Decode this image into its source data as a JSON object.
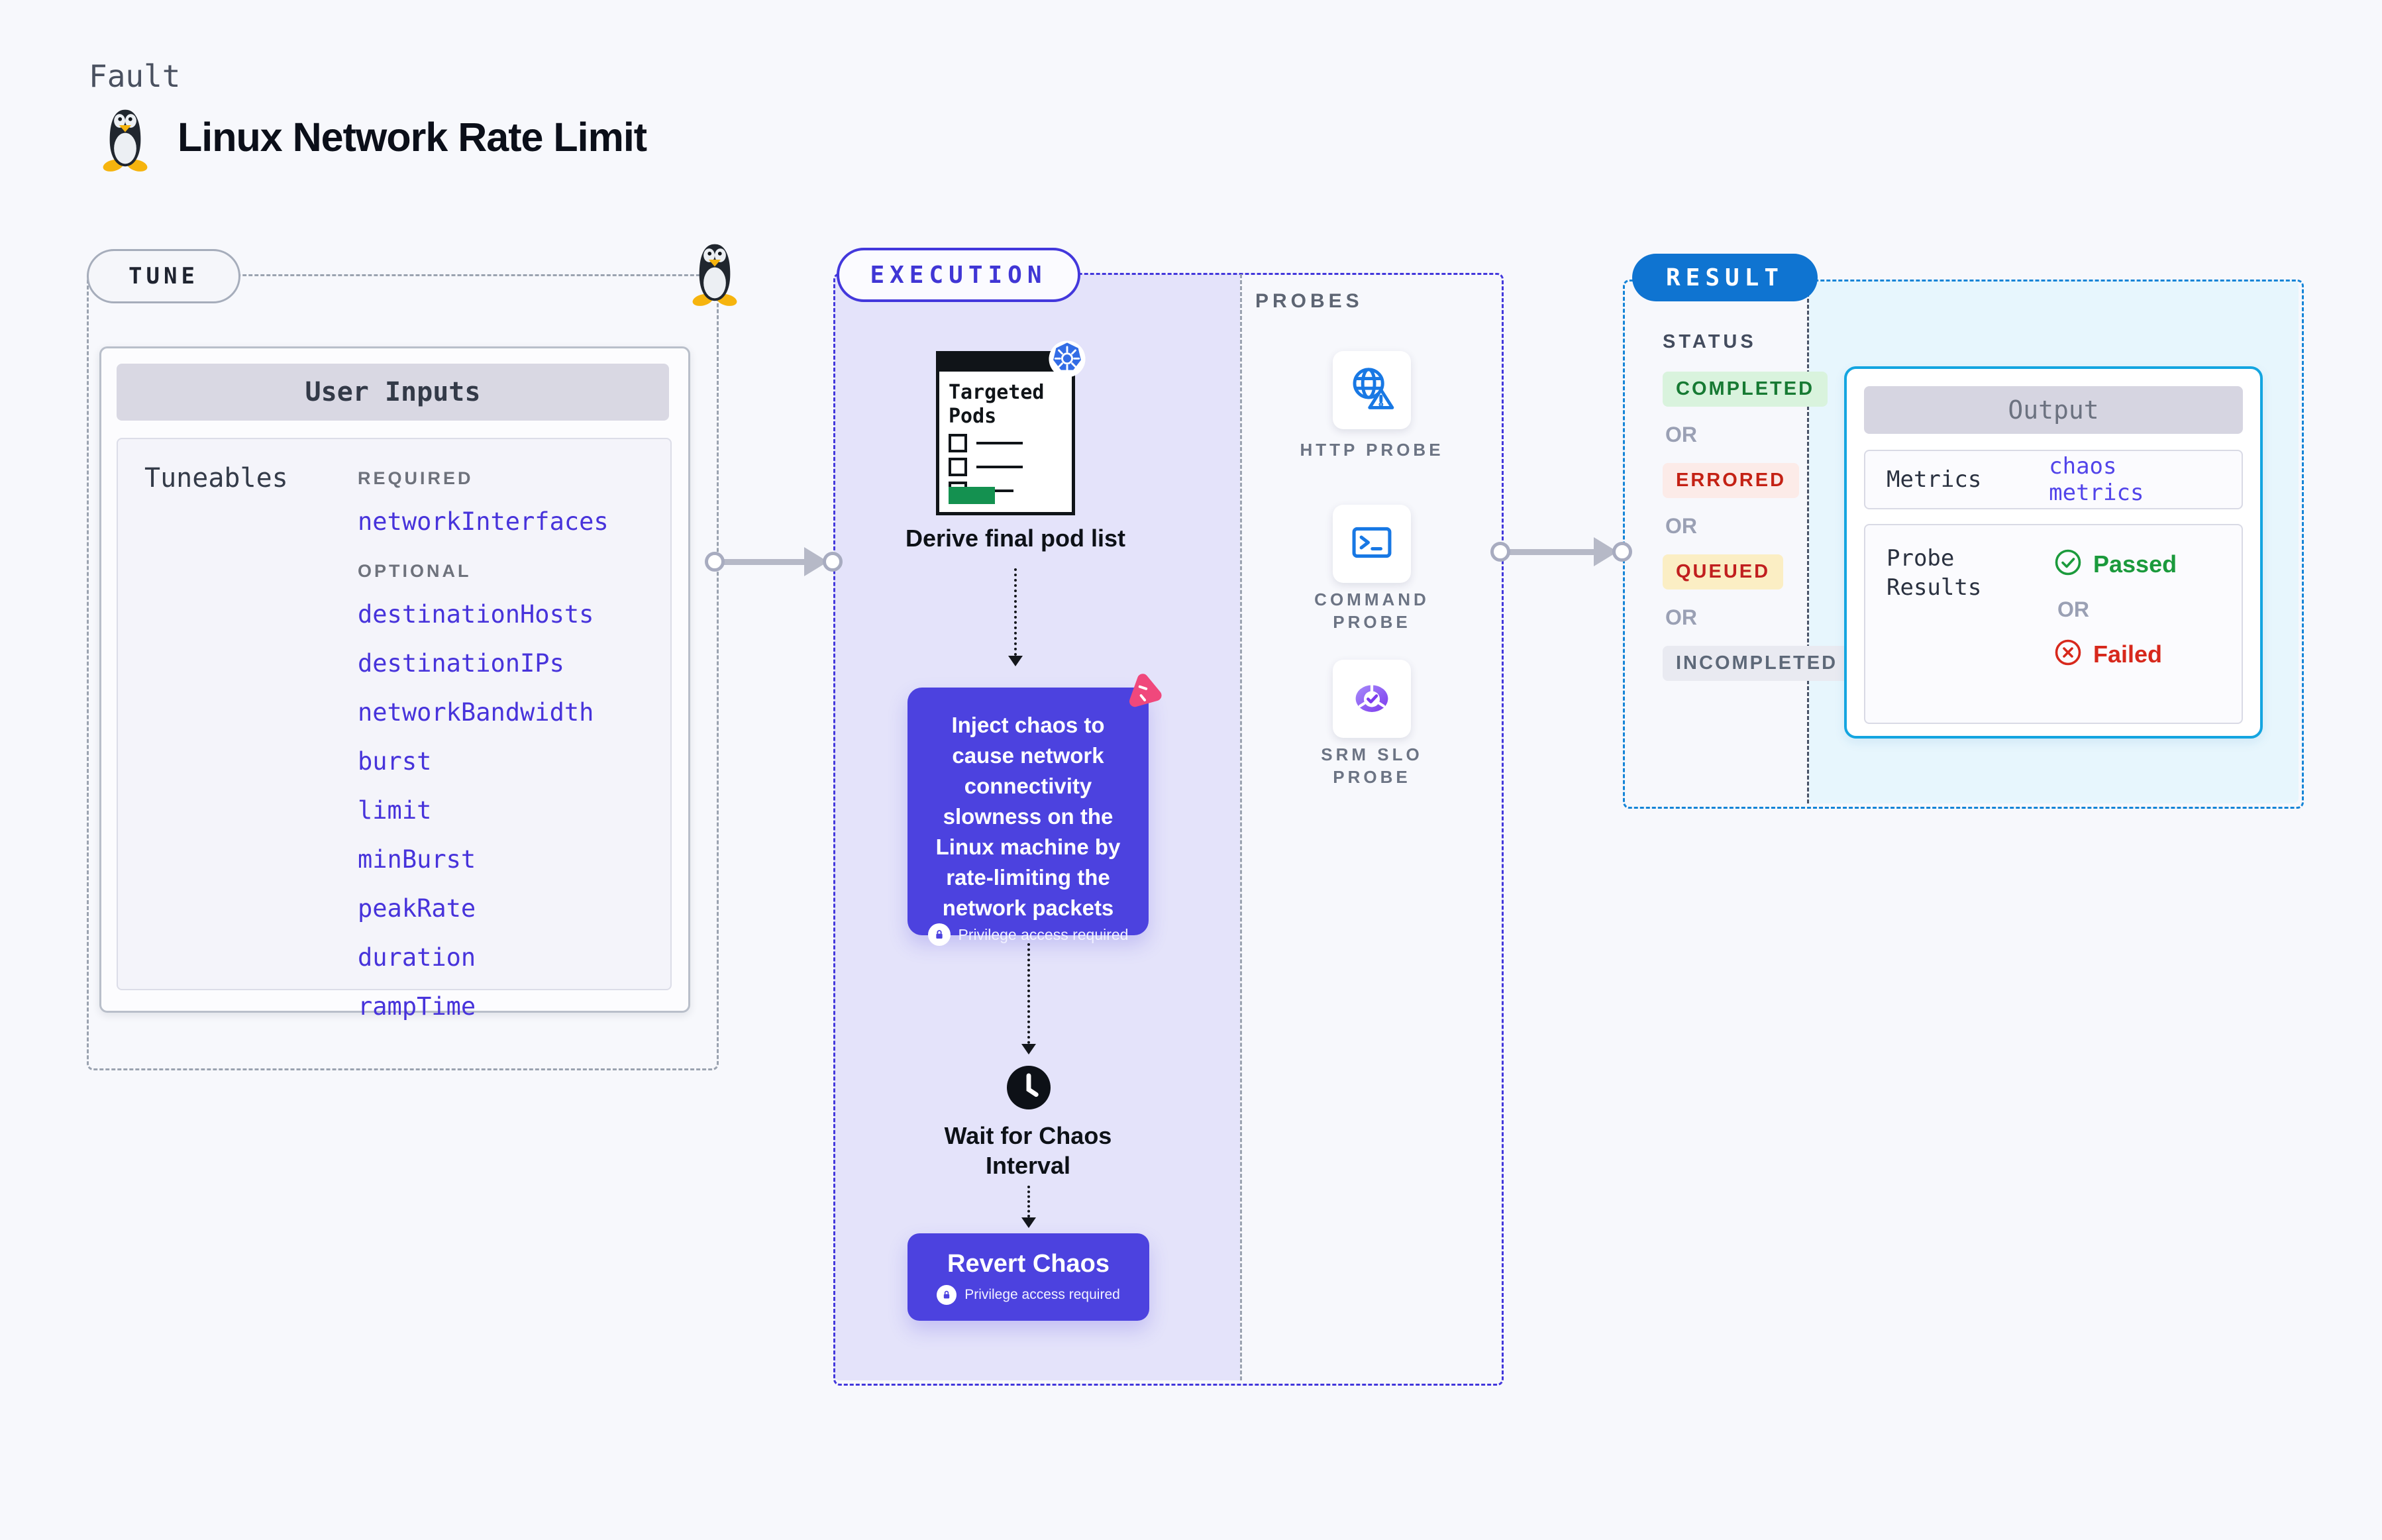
{
  "page": {
    "eyebrow": "Fault",
    "title": "Linux Network Rate Limit"
  },
  "tune": {
    "pill": "TUNE",
    "card_title": "User Inputs",
    "tuneables_label": "Tuneables",
    "required_heading": "REQUIRED",
    "optional_heading": "OPTIONAL",
    "required_items": [
      "networkInterfaces"
    ],
    "optional_items": [
      "destinationHosts",
      "destinationIPs",
      "networkBandwidth",
      "burst",
      "limit",
      "minBurst",
      "peakRate",
      "duration",
      "rampTime"
    ]
  },
  "execution": {
    "pill": "EXECUTION",
    "targeted_pods_label": "Targeted Pods",
    "derive_caption": "Derive final pod list",
    "inject_text": "Inject chaos to cause network connectivity slowness on the Linux machine by rate-limiting the network packets",
    "privilege_note": "Privilege access required",
    "wait_caption": "Wait for Chaos Interval",
    "revert_label": "Revert Chaos"
  },
  "probes": {
    "heading": "PROBES",
    "items": [
      {
        "label": "HTTP PROBE",
        "icon": "globe-alert-icon"
      },
      {
        "label": "COMMAND PROBE",
        "icon": "terminal-icon"
      },
      {
        "label": "SRM SLO PROBE",
        "icon": "slo-donut-check-icon"
      }
    ]
  },
  "result": {
    "pill": "RESULT",
    "status_heading": "STATUS",
    "or_label": "OR",
    "statuses": [
      {
        "label": "COMPLETED"
      },
      {
        "label": "ERRORED"
      },
      {
        "label": "QUEUED"
      },
      {
        "label": "INCOMPLETED"
      }
    ],
    "output": {
      "title": "Output",
      "metrics_label": "Metrics",
      "metrics_value": "chaos metrics",
      "probe_results_label": "Probe Results",
      "passed_label": "Passed",
      "failed_label": "Failed"
    }
  },
  "icons": {
    "header_icon": "tux-penguin-icon",
    "tune_border_icon": "tux-penguin-icon",
    "targeted_pods_badge": "kubernetes-icon",
    "inject_badge": "chaos-pink-icon",
    "wait_icon": "clock-icon",
    "privilege_icon": "lock-icon",
    "passed_icon": "check-circle-icon",
    "failed_icon": "x-circle-icon"
  },
  "colors": {
    "accent_indigo": "#4338dc",
    "link_indigo": "#4733db",
    "chaos_box_indigo": "#4c42df",
    "execution_panel": "#e4e3fa",
    "result_blue": "#0f74d1",
    "result_border_blue": "#1484d7",
    "output_border_cyan": "#14a5e0",
    "output_panel_cyan": "#e7f6fd",
    "probe_icon_blue": "#1878e4",
    "kubernetes_blue": "#326ce5",
    "chaos_logo_pink": "#f0487c",
    "completed_green": "#177a33",
    "completed_bg": "#d9f3dd",
    "errored_red": "#c42114",
    "errored_bg": "#fcebe8",
    "queued_red": "#c11f1f",
    "queued_bg": "#fbeec4",
    "incompleted_gray": "#5d6878",
    "incompleted_bg": "#e9eaf1",
    "passed_green": "#1b9a3c",
    "failed_red": "#d7281c",
    "targeted_pods_green": "#149150"
  }
}
